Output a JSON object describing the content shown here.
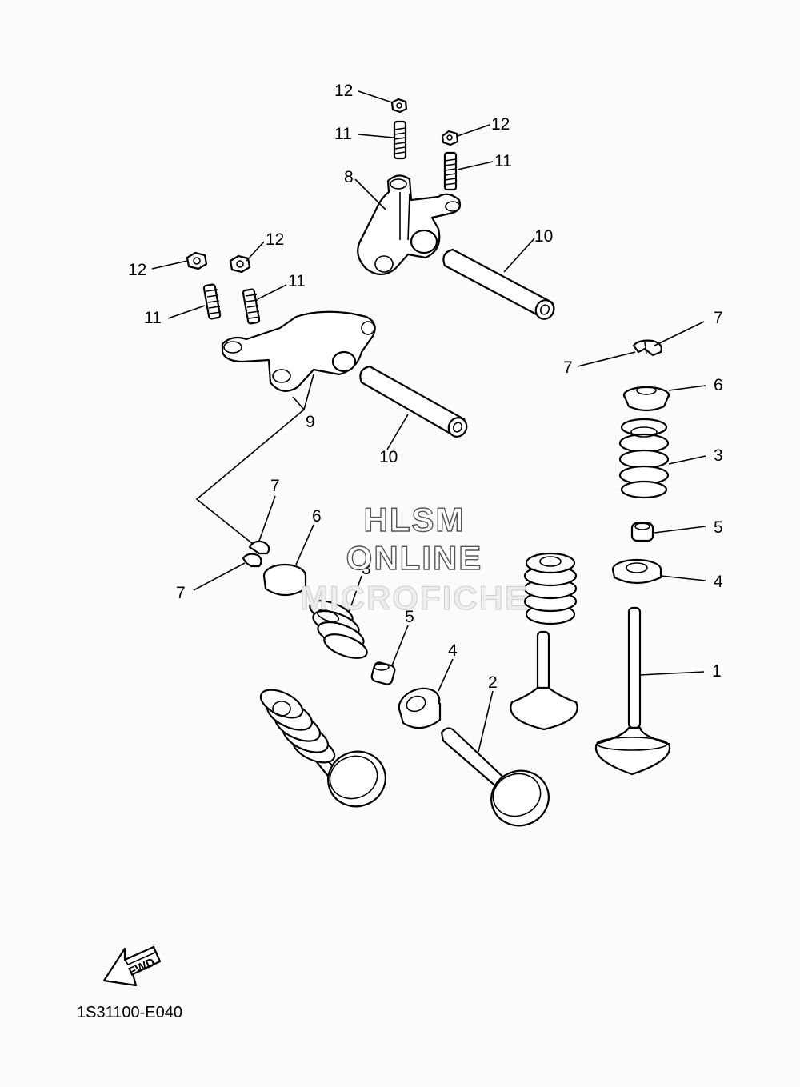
{
  "diagram": {
    "catalog_code": "1S31100-E040",
    "fwd_label": "FWD",
    "watermark": [
      "HLSM",
      "ONLINE",
      "MICROFICHE"
    ],
    "callouts": {
      "c12a": "12",
      "c11a": "11",
      "c12b": "12",
      "c11b": "11",
      "c8": "8",
      "c10a": "10",
      "c12c": "12",
      "c12d": "12",
      "c11c": "11",
      "c11d": "11",
      "c9": "9",
      "c10b": "10",
      "c7a": "7",
      "c7b": "7",
      "c6a": "6",
      "c3a": "3",
      "c5a": "5",
      "c4a": "4",
      "c1": "1",
      "c7c": "7",
      "c7d": "7",
      "c6b": "6",
      "c3b": "3",
      "c5b": "5",
      "c4b": "4",
      "c2": "2"
    }
  }
}
